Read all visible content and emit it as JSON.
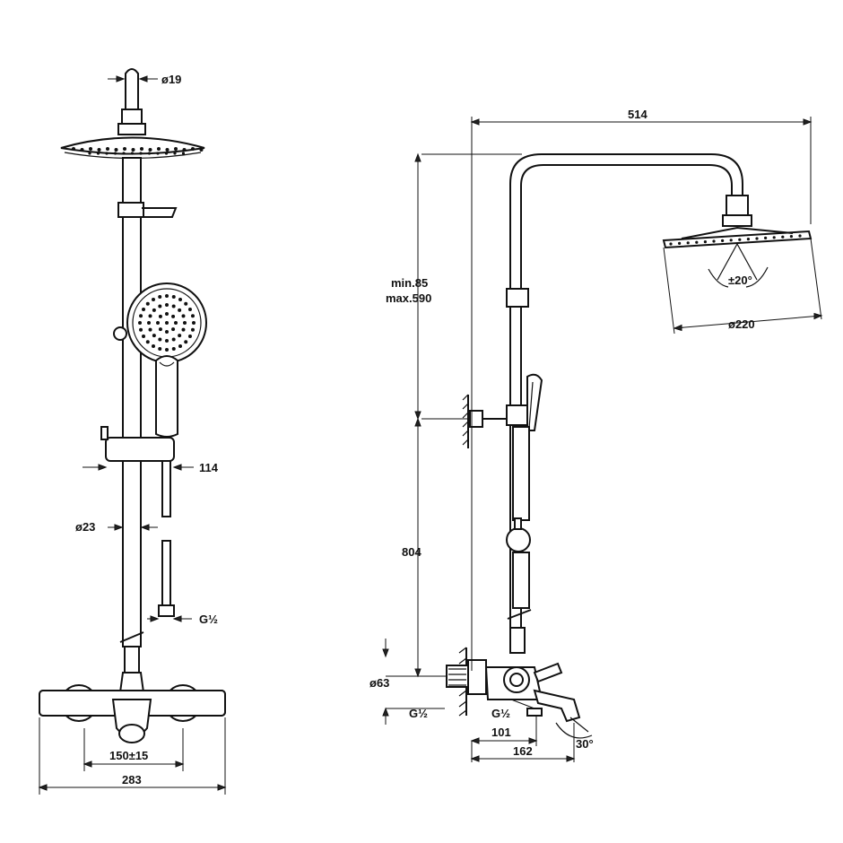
{
  "front_view": {
    "dims": {
      "arm_diameter": "ø19",
      "slider_offset": "114",
      "rail_diameter": "ø23",
      "hose_thread": "G½",
      "inlet_spacing": "150±15",
      "overall_width": "283"
    }
  },
  "side_view": {
    "dims": {
      "arm_reach": "514",
      "height_range_min": "min.85",
      "height_range_max": "max.590",
      "tilt_angle": "±20°",
      "head_diameter": "ø220",
      "riser_height": "804",
      "flange_diameter": "ø63",
      "inlet_thread": "G½",
      "outlet_thread": "G½",
      "spout_offset": "101",
      "spout_reach": "162",
      "spout_angle": "30°"
    }
  },
  "colors": {
    "line": "#111111",
    "background": "#ffffff"
  }
}
